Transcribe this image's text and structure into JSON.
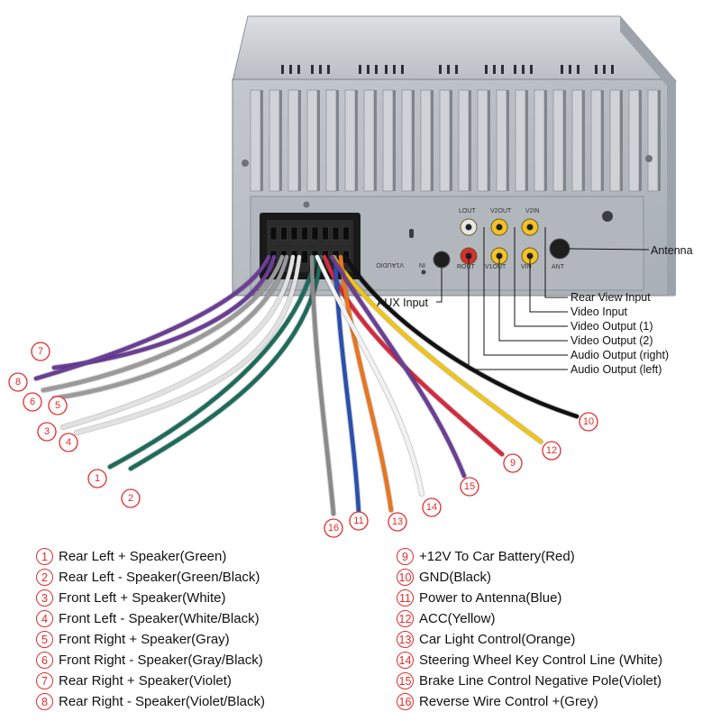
{
  "unit_labels": {
    "lout": "LOUT",
    "v2out": "V2OUT",
    "v2in": "V2IN",
    "rout": "ROUT",
    "v1out": "V1OUT",
    "vin": "VIN",
    "ant": "ANT",
    "v1audio": "V1AUDIO",
    "in": "IN"
  },
  "callouts": {
    "antenna": "Antenna",
    "aux_input": "AUX Input",
    "rear_view_input": "Rear View Input",
    "video_input": "Video Input",
    "video_output_1": "Video Output (1)",
    "video_output_2": "Video Output (2)",
    "audio_output_right": "Audio Output (right)",
    "audio_output_left": "Audio Output (left)"
  },
  "wires": [
    {
      "num": "1",
      "color": "#1d6b5a"
    },
    {
      "num": "2",
      "color": "#1d6b5a"
    },
    {
      "num": "3",
      "color": "#e2e2e2"
    },
    {
      "num": "4",
      "color": "#e2e2e2"
    },
    {
      "num": "5",
      "color": "#9a9a9a"
    },
    {
      "num": "6",
      "color": "#9a9a9a"
    },
    {
      "num": "7",
      "color": "#6a3e96"
    },
    {
      "num": "8",
      "color": "#6a3e96"
    },
    {
      "num": "9",
      "color": "#d42a3e"
    },
    {
      "num": "10",
      "color": "#111111"
    },
    {
      "num": "11",
      "color": "#2a4fae"
    },
    {
      "num": "12",
      "color": "#f0c414"
    },
    {
      "num": "13",
      "color": "#e8761e"
    },
    {
      "num": "14",
      "color": "#f2f2f2"
    },
    {
      "num": "15",
      "color": "#6a3e96"
    },
    {
      "num": "16",
      "color": "#8a8a8a"
    }
  ],
  "legend_left": [
    {
      "num": "1",
      "text": "Rear Left + Speaker(Green)"
    },
    {
      "num": "2",
      "text": "Rear Left - Speaker(Green/Black)"
    },
    {
      "num": "3",
      "text": "Front Left + Speaker(White)"
    },
    {
      "num": "4",
      "text": "Front Left - Speaker(White/Black)"
    },
    {
      "num": "5",
      "text": "Front Right + Speaker(Gray)"
    },
    {
      "num": "6",
      "text": "Front Right - Speaker(Gray/Black)"
    },
    {
      "num": "7",
      "text": "Rear Right + Speaker(Violet)"
    },
    {
      "num": "8",
      "text": "Rear Right - Speaker(Violet/Black)"
    }
  ],
  "legend_right": [
    {
      "num": "9",
      "text": "+12V To Car Battery(Red)"
    },
    {
      "num": "10",
      "text": "GND(Black)"
    },
    {
      "num": "11",
      "text": "Power to Antenna(Blue)"
    },
    {
      "num": "12",
      "text": "ACC(Yellow)"
    },
    {
      "num": "13",
      "text": "Car Light Control(Orange)"
    },
    {
      "num": "14",
      "text": "Steering Wheel Key Control Line (White)"
    },
    {
      "num": "15",
      "text": "Brake Line Control Negative Pole(Violet)"
    },
    {
      "num": "16",
      "text": "Reverse Wire Control +(Grey)"
    }
  ]
}
